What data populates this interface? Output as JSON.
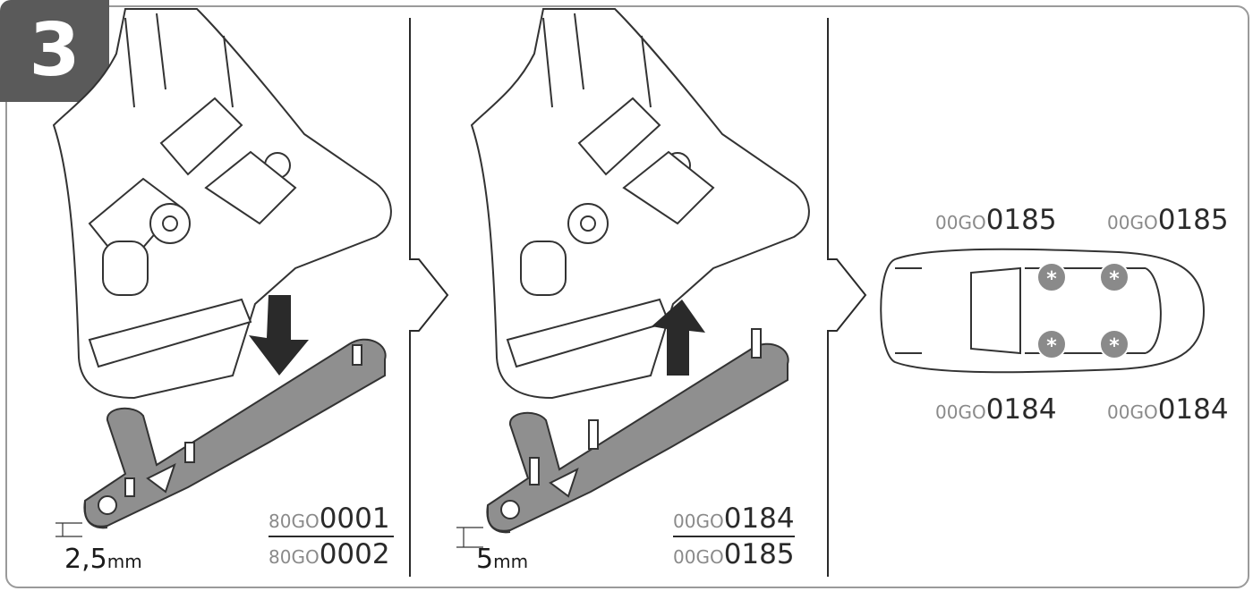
{
  "step": {
    "number": "3"
  },
  "panels": [
    {
      "id": "panel-1",
      "clearance": {
        "value": "2,5",
        "unit": "mm"
      },
      "codes": [
        {
          "prefix": "80GO",
          "number": "0001"
        },
        {
          "prefix": "80GO",
          "number": "0002"
        }
      ]
    },
    {
      "id": "panel-2",
      "clearance": {
        "value": "5",
        "unit": "mm"
      },
      "codes": [
        {
          "prefix": "00GO",
          "number": "0184"
        },
        {
          "prefix": "00GO",
          "number": "0185"
        }
      ]
    },
    {
      "id": "panel-3",
      "car_codes": {
        "front_left": {
          "prefix": "00GO",
          "number": "0185"
        },
        "front_right": {
          "prefix": "00GO",
          "number": "0185"
        },
        "rear_left": {
          "prefix": "00GO",
          "number": "0184"
        },
        "rear_right": {
          "prefix": "00GO",
          "number": "0184"
        }
      }
    }
  ],
  "colors": {
    "badge": "#5a5a5a",
    "part": "#8f8f8f",
    "marker": "#8a8a8a",
    "line": "#2a2a2a"
  }
}
